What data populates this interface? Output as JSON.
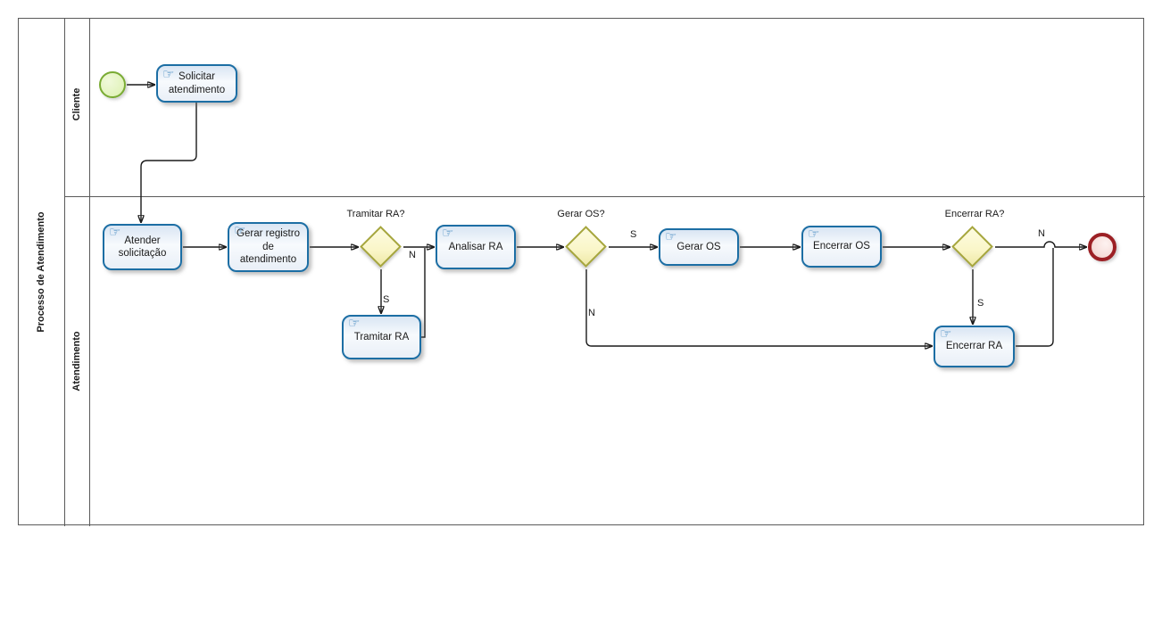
{
  "diagram": {
    "pool_label": "Processo de Atendimento",
    "lanes": {
      "cliente": "Cliente",
      "atendimento": "Atendimento"
    }
  },
  "nodes": {
    "events": {
      "start": "start-event",
      "end": "end-event"
    },
    "tasks": {
      "solicitar": "Solicitar atendimento",
      "atender": "Atender solicitação",
      "gerar_registro": "Gerar registro de atendimento",
      "tramitar": "Tramitar RA",
      "analisar": "Analisar RA",
      "gerar_os": "Gerar OS",
      "encerrar_os": "Encerrar OS",
      "encerrar_ra": "Encerrar RA"
    },
    "gateways": {
      "tramitar": "Tramitar RA?",
      "gerar_os": "Gerar OS?",
      "encerrar_ra": "Encerrar RA?"
    }
  },
  "edge_labels": {
    "tramitar_s": "S",
    "tramitar_n": "N",
    "gerar_os_s": "S",
    "gerar_os_n": "N",
    "encerrar_ra_s": "S",
    "encerrar_ra_n": "N"
  },
  "icons": {
    "task_glyph": "☞",
    "task_icon_name": "manual-task-hand-icon"
  },
  "colors": {
    "task_border": "#1c6ea4",
    "task_fill": "#eaf1f8",
    "gateway_border": "#a6a63c",
    "gateway_fill": "#fbf8d7",
    "start_border": "#79ab33",
    "start_fill": "#e6f4c9",
    "end_border": "#9c2025",
    "end_fill": "#f6dedb",
    "flow_line": "#1a1a1a",
    "pool_line": "#5a5a5a"
  }
}
